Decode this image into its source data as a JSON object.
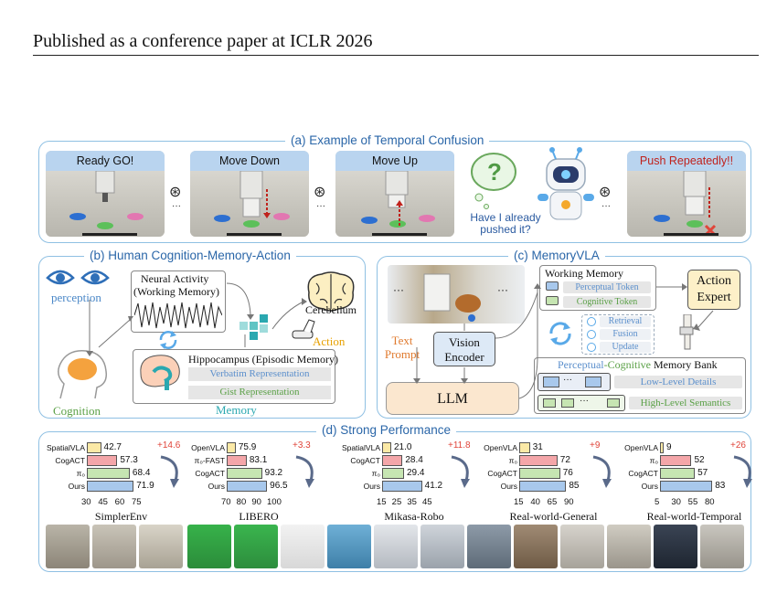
{
  "header": {
    "title": "Published as a conference paper at ICLR 2026"
  },
  "panel_a": {
    "title": "(a) Example of Temporal Confusion",
    "frames": [
      {
        "caption": "Ready GO!"
      },
      {
        "caption": "Move Down"
      },
      {
        "caption": "Move Up"
      },
      {
        "caption": "Push Repeatedly!!"
      }
    ],
    "reel_glyph": "⊛",
    "dots": "···",
    "question": "Have I already pushed it?",
    "question_mark": "?"
  },
  "panel_b": {
    "title": "(b) Human Cognition-Memory-Action",
    "perception": "perception",
    "cognition": "Cognition",
    "neural_activity": "Neural Activity",
    "working_memory": "(Working Memory)",
    "cerebellum": "Cerebellum",
    "action": "Action",
    "hippocampus": "Hippocampus (Episodic Memory)",
    "verbatim": "Verbatim Representation",
    "gist": "Gist Representation",
    "memory": "Memory"
  },
  "panel_c": {
    "title": "(c) MemoryVLA",
    "dots_left": "···",
    "dots_right": "···",
    "text_prompt": "Text\nPrompt",
    "vision_encoder": "Vision\nEncoder",
    "llm": "LLM",
    "working_memory": "Working Memory",
    "perceptual_token": "Perceptual Token",
    "cognitive_token": "Cognitive Token",
    "action_expert": "Action\nExpert",
    "retrieval": "Retrieval",
    "fusion": "Fusion",
    "update": "Update",
    "bank_title_perceptual": "Perceptual",
    "bank_title_cognitive": "-Cognitive",
    "bank_title_rest": " Memory Bank",
    "low_level": "Low-Level Details",
    "high_level": "High-Level Semantics",
    "bank_dots": "···"
  },
  "panel_d": {
    "title": "(d) Strong Performance",
    "benchmarks": [
      {
        "name": "SimplerEnv",
        "xlim": [
          30,
          75
        ],
        "ticks": [
          "30",
          "45",
          "60",
          "75"
        ],
        "gain": "+14.6",
        "bars": [
          {
            "label": "SpatialVLA",
            "value": 42.7,
            "value_text": "42.7"
          },
          {
            "label": "CogACT",
            "value": 57.3,
            "value_text": "57.3"
          },
          {
            "label": "π₀",
            "value": 68.4,
            "value_text": "68.4"
          },
          {
            "label": "Ours",
            "value": 71.9,
            "value_text": "71.9"
          }
        ]
      },
      {
        "name": "LIBERO",
        "xlim": [
          70,
          100
        ],
        "ticks": [
          "70",
          "80",
          "90",
          "100"
        ],
        "gain": "+3.3",
        "bars": [
          {
            "label": "OpenVLA",
            "value": 75.9,
            "value_text": "75.9"
          },
          {
            "label": "π₀-FAST",
            "value": 83.1,
            "value_text": "83.1"
          },
          {
            "label": "CogACT",
            "value": 93.2,
            "value_text": "93.2"
          },
          {
            "label": "Ours",
            "value": 96.5,
            "value_text": "96.5"
          }
        ]
      },
      {
        "name": "Mikasa-Robo",
        "xlim": [
          15,
          45
        ],
        "ticks": [
          "15",
          "25",
          "35",
          "45"
        ],
        "gain": "+11.8",
        "bars": [
          {
            "label": "SpatialVLA",
            "value": 21.0,
            "value_text": "21.0"
          },
          {
            "label": "CogACT",
            "value": 28.4,
            "value_text": "28.4"
          },
          {
            "label": "π₀",
            "value": 29.4,
            "value_text": "29.4"
          },
          {
            "label": "Ours",
            "value": 41.2,
            "value_text": "41.2"
          }
        ]
      },
      {
        "name": "Real-world-General",
        "xlim": [
          15,
          90
        ],
        "ticks": [
          "15",
          "40",
          "65",
          "90"
        ],
        "gain": "+9",
        "bars": [
          {
            "label": "OpenVLA",
            "value": 31,
            "value_text": "31"
          },
          {
            "label": "π₀",
            "value": 72,
            "value_text": "72"
          },
          {
            "label": "CogACT",
            "value": 76,
            "value_text": "76"
          },
          {
            "label": "Ours",
            "value": 85,
            "value_text": "85"
          }
        ]
      },
      {
        "name": "Real-world-Temporal",
        "xlim": [
          5,
          80
        ],
        "ticks": [
          "5",
          "30",
          "55",
          "80"
        ],
        "gain": "+26",
        "bars": [
          {
            "label": "OpenVLA",
            "value": 9,
            "value_text": "9"
          },
          {
            "label": "π₀",
            "value": 52,
            "value_text": "52"
          },
          {
            "label": "CogACT",
            "value": 57,
            "value_text": "57"
          },
          {
            "label": "Ours",
            "value": 83,
            "value_text": "83"
          }
        ]
      }
    ]
  },
  "chart_data": [
    {
      "type": "bar",
      "title": "SimplerEnv",
      "categories": [
        "SpatialVLA",
        "CogACT",
        "π₀",
        "Ours"
      ],
      "values": [
        42.7,
        57.3,
        68.4,
        71.9
      ],
      "xlim": [
        30,
        75
      ]
    },
    {
      "type": "bar",
      "title": "LIBERO",
      "categories": [
        "OpenVLA",
        "π₀-FAST",
        "CogACT",
        "Ours"
      ],
      "values": [
        75.9,
        83.1,
        93.2,
        96.5
      ],
      "xlim": [
        70,
        100
      ]
    },
    {
      "type": "bar",
      "title": "Mikasa-Robo",
      "categories": [
        "SpatialVLA",
        "CogACT",
        "π₀",
        "Ours"
      ],
      "values": [
        21.0,
        28.4,
        29.4,
        41.2
      ],
      "xlim": [
        15,
        45
      ]
    },
    {
      "type": "bar",
      "title": "Real-world-General",
      "categories": [
        "OpenVLA",
        "π₀",
        "CogACT",
        "Ours"
      ],
      "values": [
        31,
        72,
        76,
        85
      ],
      "xlim": [
        15,
        90
      ]
    },
    {
      "type": "bar",
      "title": "Real-world-Temporal",
      "categories": [
        "OpenVLA",
        "π₀",
        "CogACT",
        "Ours"
      ],
      "values": [
        9,
        52,
        57,
        83
      ],
      "xlim": [
        5,
        80
      ]
    }
  ],
  "colors": {
    "panel_border": "#8fc0e3",
    "title_blue": "#2a66a8",
    "bar_yellow": "#fbe9a6",
    "bar_red": "#f4a6a9",
    "bar_green": "#c6e5b2",
    "bar_blue": "#a8c8ec",
    "gain_red": "#e0453a"
  }
}
